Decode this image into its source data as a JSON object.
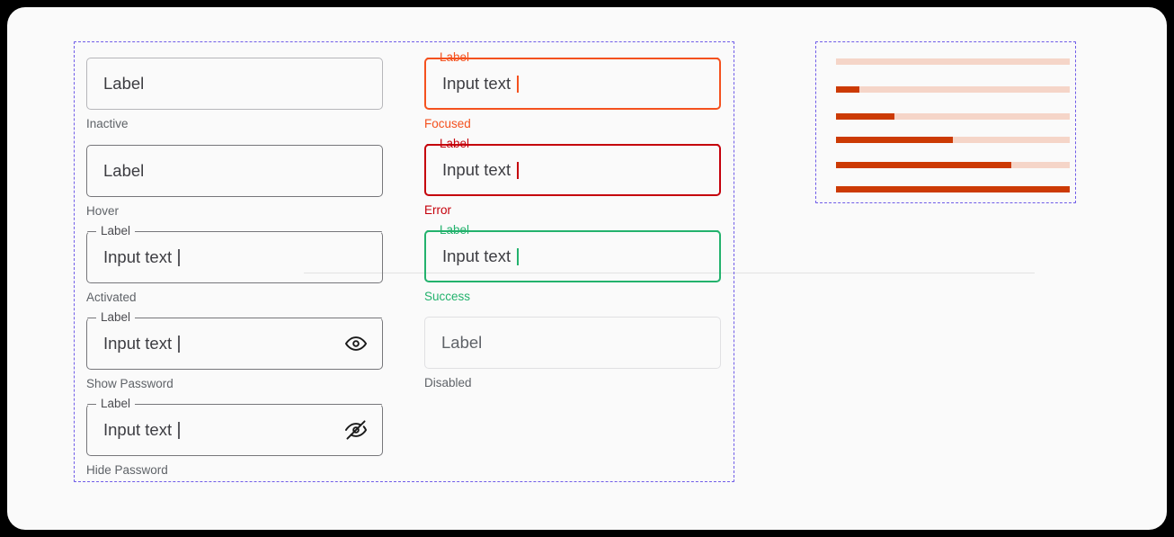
{
  "theme": {
    "canvas_bg": "#fafafa",
    "frame": "#000000",
    "dashed_guide": "#6f5ce8",
    "focused": "#f4511e",
    "error": "#c5000b",
    "success": "#23b26d",
    "neutral_border": "#76767a",
    "disabled_border": "#e0e0e3",
    "state_label": "#5f6368",
    "progress_fill": "#cc3a04",
    "progress_track": "#f5d5c8"
  },
  "fields": {
    "column_left": [
      {
        "name": "inactive",
        "variant": "inactive",
        "notched": false,
        "label": "Label",
        "value": "Label",
        "has_caret": false,
        "state_label": "Inactive",
        "icon": null
      },
      {
        "name": "hover",
        "variant": "hover",
        "notched": false,
        "label": "Label",
        "value": "Label",
        "has_caret": false,
        "state_label": "Hover",
        "icon": null
      },
      {
        "name": "activated",
        "variant": "activated",
        "notched": true,
        "label": "Label",
        "value": "Input text",
        "has_caret": true,
        "state_label": "Activated",
        "icon": null
      },
      {
        "name": "show-password",
        "variant": "activated",
        "notched": true,
        "label": "Label",
        "value": "Input text",
        "has_caret": true,
        "state_label": "Show Password",
        "icon": "eye-icon"
      },
      {
        "name": "hide-password",
        "variant": "activated",
        "notched": true,
        "label": "Label",
        "value": "Input text",
        "has_caret": true,
        "state_label": "Hide Password",
        "icon": "eye-off-icon"
      }
    ],
    "column_right": [
      {
        "name": "focused",
        "variant": "focused",
        "notched": true,
        "label": "Label",
        "value": "Input text",
        "has_caret": true,
        "state_label": "Focused",
        "icon": null
      },
      {
        "name": "error",
        "variant": "error",
        "notched": true,
        "label": "Label",
        "value": "Input text",
        "has_caret": true,
        "state_label": "Error",
        "icon": null
      },
      {
        "name": "success",
        "variant": "success",
        "notched": true,
        "label": "Label",
        "value": "Input text",
        "has_caret": true,
        "state_label": "Success",
        "icon": null
      },
      {
        "name": "disabled",
        "variant": "disabled",
        "notched": false,
        "label": "Label",
        "value": "Label",
        "has_caret": false,
        "state_label": "Disabled",
        "icon": null
      }
    ]
  },
  "progress_bars": [
    {
      "name": "progress-0",
      "percent": 0
    },
    {
      "name": "progress-10",
      "percent": 10
    },
    {
      "name": "progress-25",
      "percent": 25
    },
    {
      "name": "progress-50",
      "percent": 50
    },
    {
      "name": "progress-75",
      "percent": 75
    },
    {
      "name": "progress-100",
      "percent": 100
    }
  ]
}
